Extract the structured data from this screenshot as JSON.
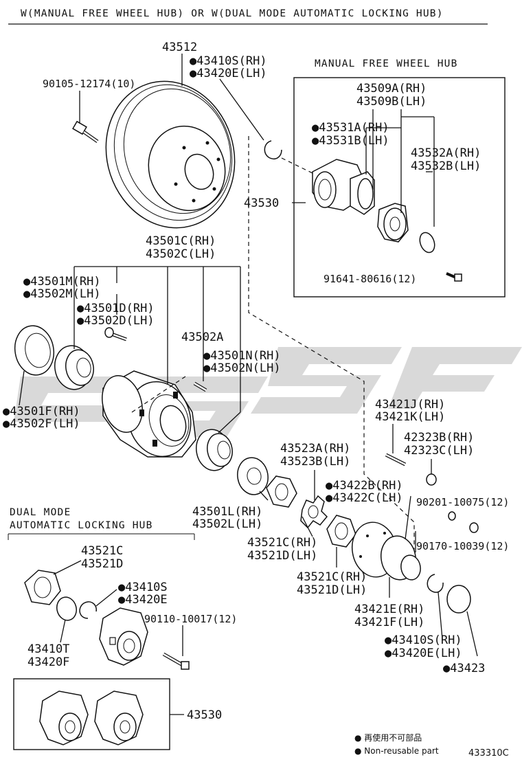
{
  "header": {
    "title": "W(MANUAL FREE WHEEL HUB) OR W(DUAL MODE AUTOMATIC LOCKING HUB)"
  },
  "sections": {
    "manual_hub": "MANUAL FREE WHEEL HUB",
    "dual_mode_line1": "DUAL MODE",
    "dual_mode_line2": "AUTOMATIC LOCKING HUB"
  },
  "labels": {
    "p43512": "43512",
    "p43410S_RH": "●43410S(RH)",
    "p43420E_LH": "●43420E(LH)",
    "p90105": "90105-12174(10)",
    "p43509A": "43509A(RH)",
    "p43509B": "43509B(LH)",
    "p43531A": "●43531A(RH)",
    "p43531B": "●43531B(LH)",
    "p43532A": "43532A(RH)",
    "p43532B": "43532B(LH)",
    "p43530_top": "43530",
    "p91641": "91641-80616(12)",
    "p43501C": "43501C(RH)",
    "p43502C": "43502C(LH)",
    "p43501M": "●43501M(RH)",
    "p43502M": "●43502M(LH)",
    "p43501D": "●43501D(RH)",
    "p43502D": "●43502D(LH)",
    "p43502A": "43502A",
    "p43501N": "●43501N(RH)",
    "p43502N": "●43502N(LH)",
    "p43501F": "●43501F(RH)",
    "p43502F": "●43502F(LH)",
    "p43421J": "43421J(RH)",
    "p43421K": "43421K(LH)",
    "p42323B": "42323B(RH)",
    "p42323C": "42323C(LH)",
    "p43523A": "43523A(RH)",
    "p43523B": "43523B(LH)",
    "p43422B": "●43422B(RH)",
    "p43422C": "●43422C(LH)",
    "p90201": "90201-10075(12)",
    "p43501L": "43501L(RH)",
    "p43502L": "43502L(LH)",
    "p43521C_a": "43521C(RH)",
    "p43521D_a": "43521D(LH)",
    "p90170": "90170-10039(12)",
    "p43521C_b": "43521C(RH)",
    "p43521D_b": "43521D(LH)",
    "p43421E": "43421E(RH)",
    "p43421F": "43421F(LH)",
    "p43410S_RH_b": "●43410S(RH)",
    "p43420E_LH_b": "●43420E(LH)",
    "p43423": "●43423",
    "p43521C_c": "43521C",
    "p43521D_c": "43521D",
    "p43410S_c": "●43410S",
    "p43420E_c": "●43420E",
    "p90110": "90110-10017(12)",
    "p43410T": "43410T",
    "p43420F": "43420F",
    "p43530_bottom": "43530"
  },
  "legend": {
    "jp": "● 再使用不可部品",
    "en": "● Non-reusable part"
  },
  "diagram_code": "433310C"
}
